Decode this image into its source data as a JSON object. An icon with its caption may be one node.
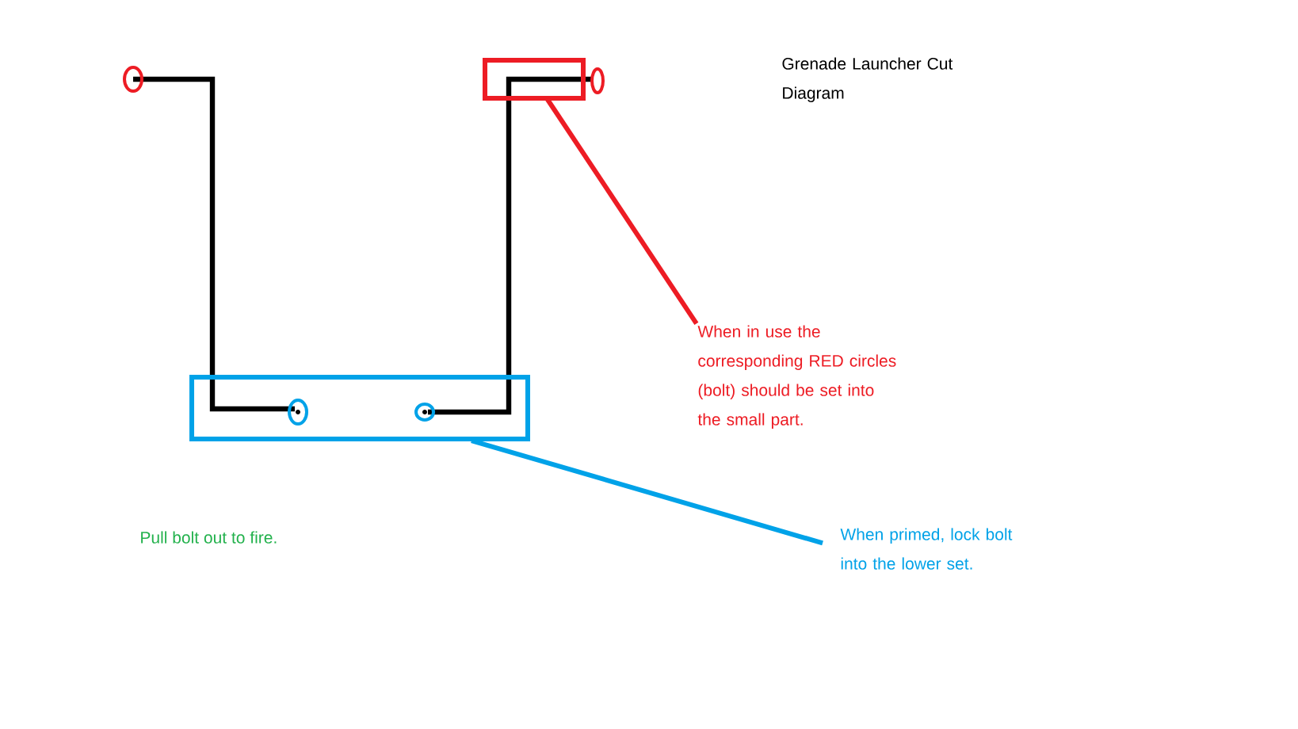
{
  "diagram": {
    "title": "Grenade Launcher Cut Diagram",
    "nodes": [
      {
        "text": [
          "When in use the corresponding RED circles (bolt) should be set into the small part."
        ]
      },
      {
        "text": [],
        "shape": "box"
      },
      {
        "text": [
          "When primed, lock bolt into the lower set."
        ]
      },
      {
        "text": [],
        "shape": "box"
      }
    ],
    "edges": [
      {
        "from": 0,
        "to": 1,
        "arrow": "none",
        "color": "#ed1c24"
      },
      {
        "from": 2,
        "to": 3,
        "arrow": "none",
        "color": "#00a2e8"
      }
    ],
    "labels": [
      "Pull bolt out to fire."
    ]
  }
}
